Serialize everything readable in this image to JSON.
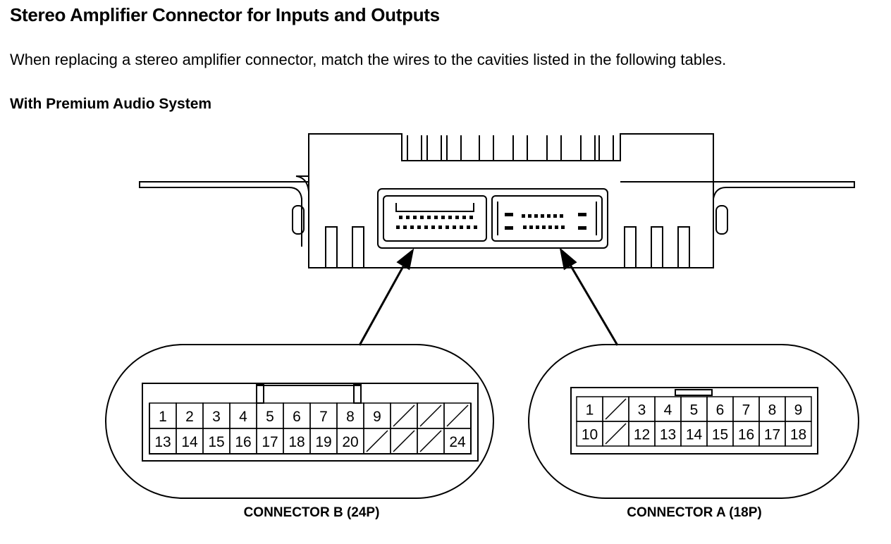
{
  "title": "Stereo Amplifier Connector for Inputs and Outputs",
  "intro": "When replacing a stereo amplifier connector, match the wires to the cavities listed in the following tables.",
  "subheading": "With Premium Audio System",
  "connector_b": {
    "caption": "CONNECTOR B (24P)",
    "row1": [
      "1",
      "2",
      "3",
      "4",
      "5",
      "6",
      "7",
      "8",
      "9",
      "",
      "",
      ""
    ],
    "row2": [
      "13",
      "14",
      "15",
      "16",
      "17",
      "18",
      "19",
      "20",
      "",
      "",
      "",
      "24"
    ]
  },
  "connector_a": {
    "caption": "CONNECTOR A (18P)",
    "row1": [
      "1",
      "",
      "3",
      "4",
      "5",
      "6",
      "7",
      "8",
      "9"
    ],
    "row2": [
      "10",
      "",
      "12",
      "13",
      "14",
      "15",
      "16",
      "17",
      "18"
    ]
  }
}
